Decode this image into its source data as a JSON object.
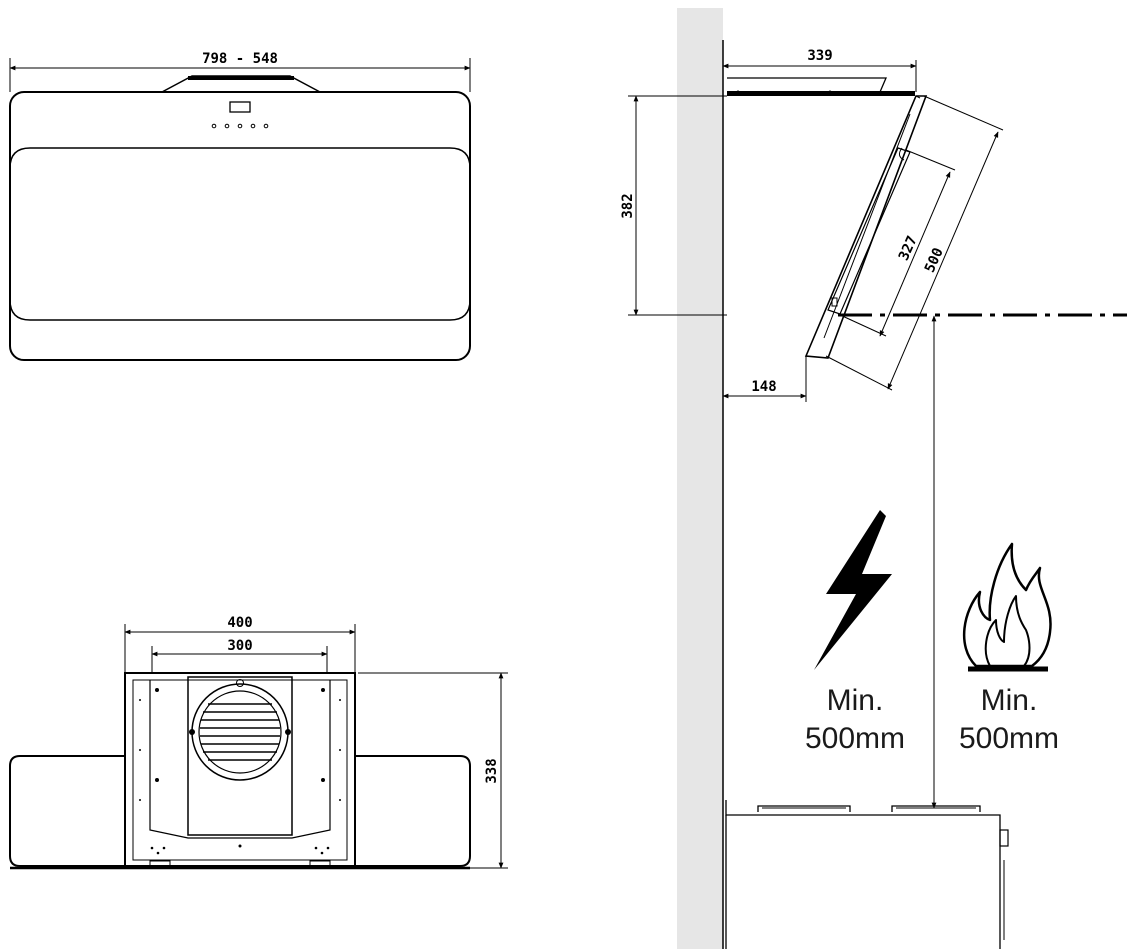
{
  "dimensions": {
    "width_range": "798 - 548",
    "side_depth": "339",
    "side_height": "382",
    "glass_length": "500",
    "filter_length": "327",
    "wall_offset": "148",
    "outlet_outer": "400",
    "outlet_inner": "300",
    "back_height": "338"
  },
  "clearance": {
    "electric": {
      "line1": "Min.",
      "line2": "500mm"
    },
    "gas": {
      "line1": "Min.",
      "line2": "500mm"
    }
  },
  "icons": {
    "electric": "lightning-bolt-icon",
    "gas": "flame-icon"
  },
  "colors": {
    "wall": "#e6e6e6",
    "line": "#000000",
    "text": "#1a1a1a"
  }
}
